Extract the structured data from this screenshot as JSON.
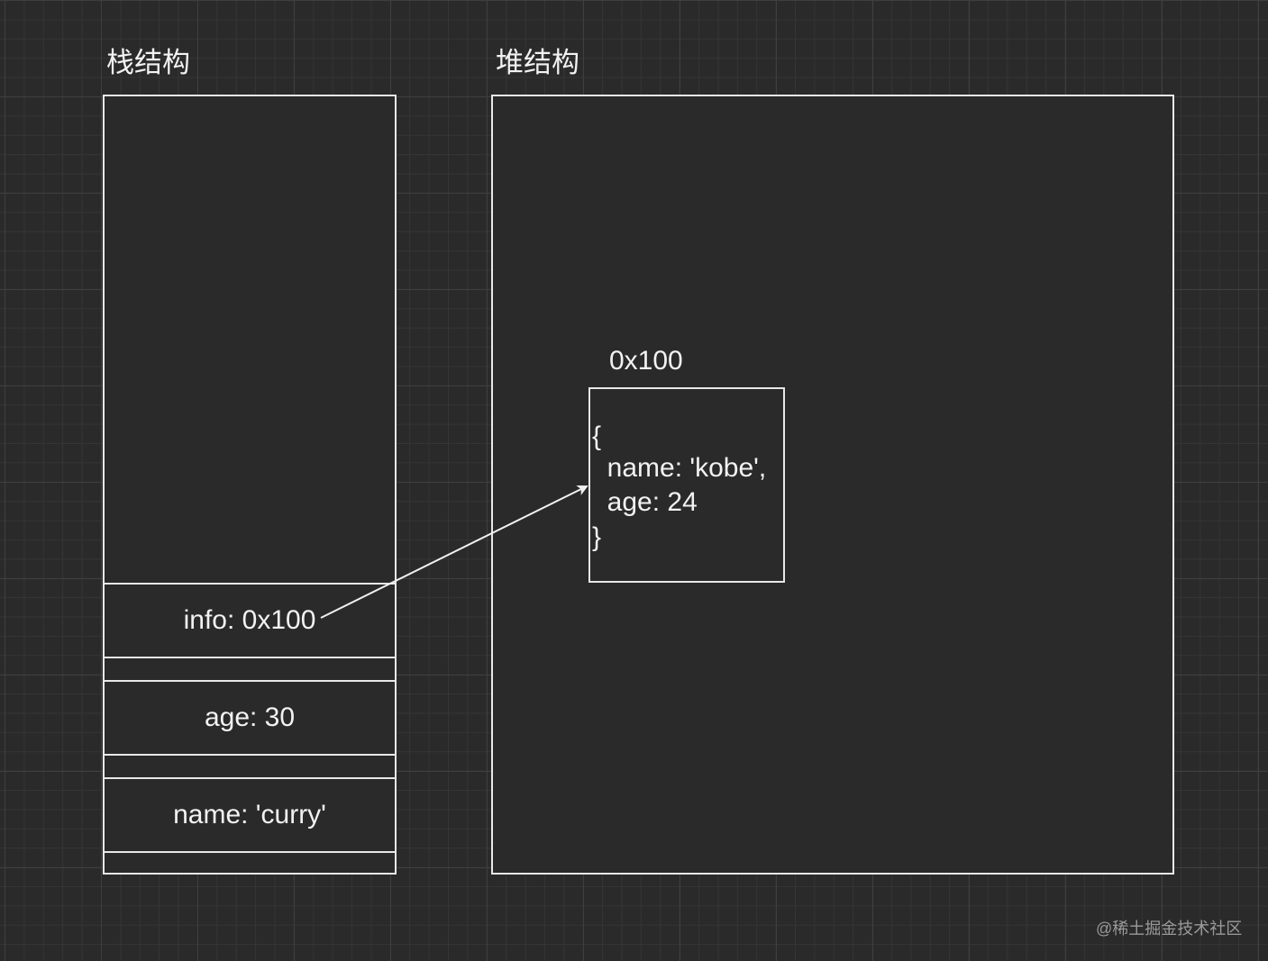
{
  "stack": {
    "title": "栈结构",
    "cells": {
      "info": "info: 0x100",
      "age": "age: 30",
      "name": "name: 'curry'"
    }
  },
  "heap": {
    "title": "堆结构",
    "object": {
      "address": "0x100",
      "line1": "{",
      "line2": "  name: 'kobe',",
      "line3": "  age: 24",
      "line4": "}"
    }
  },
  "watermark": "@稀土掘金技术社区",
  "colors": {
    "background": "#2a2a2a",
    "stroke": "#e8e8e8",
    "text": "#f2f2f2"
  }
}
